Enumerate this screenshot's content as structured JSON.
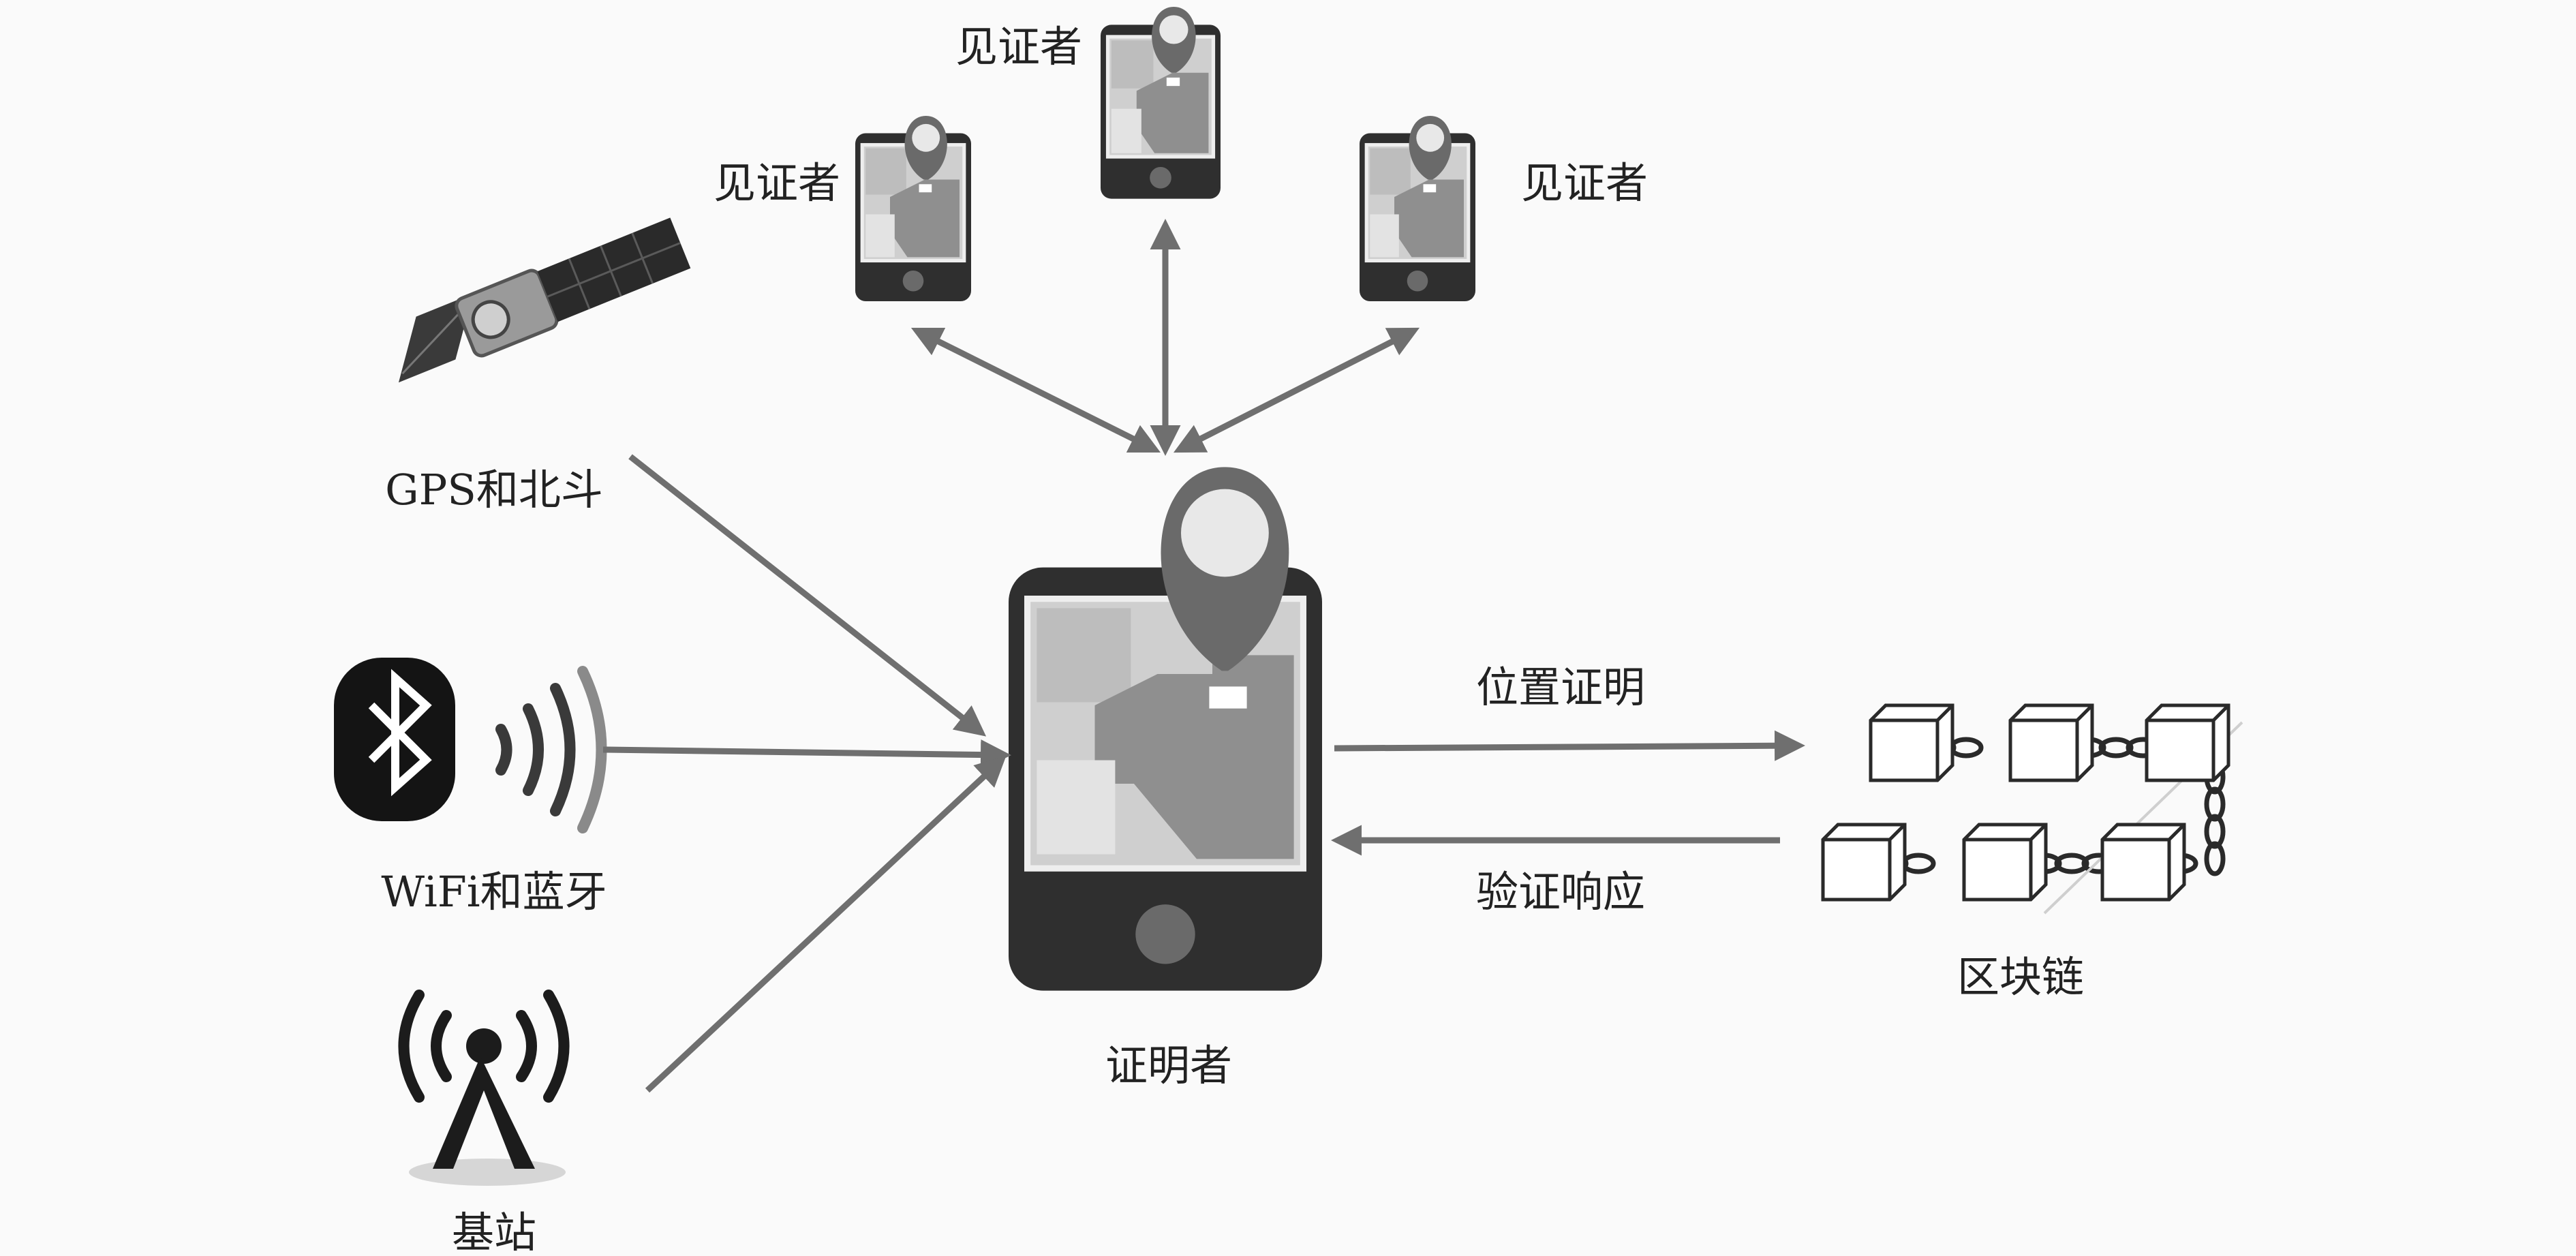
{
  "labels": {
    "witness_left": "见证者",
    "witness_center": "见证者",
    "witness_right": "见证者",
    "gps": "GPS和北斗",
    "wifi": "WiFi和蓝牙",
    "base_station": "基站",
    "prover": "证明者",
    "location_proof": "位置证明",
    "verification_response": "验证响应",
    "blockchain": "区块链"
  },
  "colors": {
    "arrow": "#6f6f6f",
    "phone_body": "#2f2f2f",
    "map_marker": "#6a6a6a",
    "text": "#222222",
    "background": "#fafafa"
  }
}
